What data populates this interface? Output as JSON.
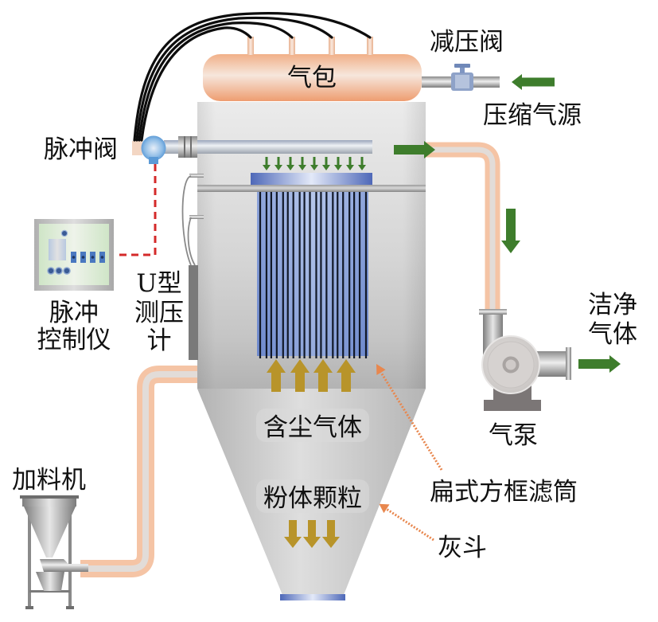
{
  "labels": {
    "gas_drum": "气包",
    "pressure_reducing_valve": "减压阀",
    "compressed_air_source": "压缩气源",
    "pulse_valve": "脉冲阀",
    "pulse_controller": [
      "脉冲",
      "控制仪"
    ],
    "u_manometer": [
      "U型",
      "测压",
      "计"
    ],
    "clean_gas": [
      "洁净",
      "气体"
    ],
    "air_pump": "气泵",
    "dusty_gas": "含尘气体",
    "powder_particles": "粉体颗粒",
    "filter_cartridge": "扁式方框滤筒",
    "ash_hopper": "灰斗",
    "feeder": "加料机"
  },
  "colors": {
    "flow_arrow_green": "#3e7d2c",
    "material_arrow_gold": "#b8942a",
    "signal_line_red": "#d42a2a",
    "callout_orange": "#e8874e",
    "pipe_peach": "#f5c4a5",
    "filter_blue": "#7b96d6",
    "filter_line": "#111827"
  }
}
